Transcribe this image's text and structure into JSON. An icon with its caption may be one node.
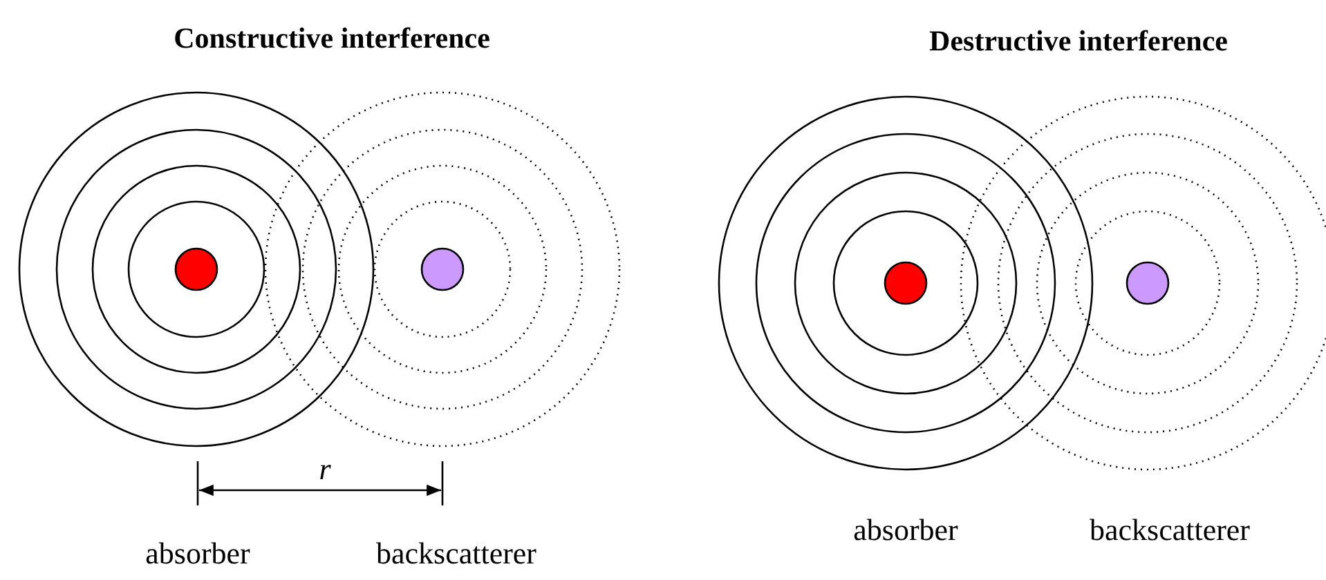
{
  "diagram": {
    "labels": [
      "Constructive interference",
      "Destructive interference",
      "r",
      "absorber",
      "backscatterer",
      "absorber",
      "backscatterer"
    ]
  }
}
